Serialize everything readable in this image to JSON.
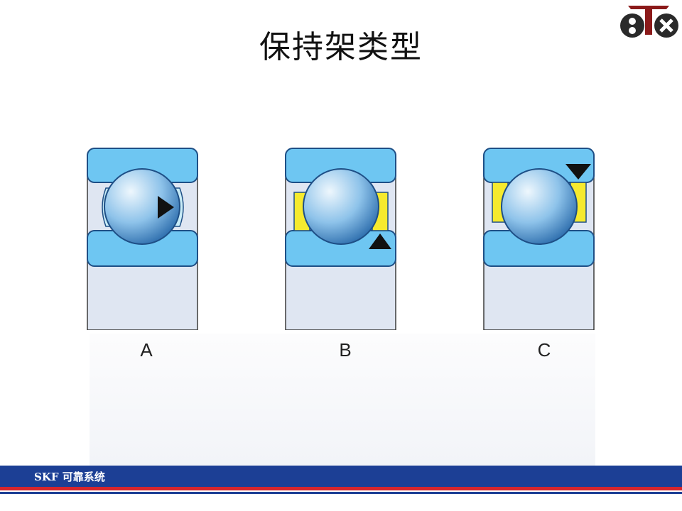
{
  "slide": {
    "title": "保持架类型",
    "footer_text": "SKF 可靠系统"
  },
  "logo": {
    "icon": "company-logo-icon",
    "accent_color": "#8b1a1a",
    "dark_color": "#2a2a2a"
  },
  "colors": {
    "ring": "#6ec6f2",
    "ring_border": "#1e4f86",
    "ball_light": "#eef7fd",
    "ball_dark": "#2f6fae",
    "cage_yellow": "#f6ea2e",
    "background_fill": "#dfe6f2",
    "footer_blue": "#1c3f95",
    "footer_red": "#d6252b"
  },
  "diagrams": [
    {
      "label": "A",
      "cage": "ball-guided",
      "marker": "right"
    },
    {
      "label": "B",
      "cage": "inner-ring-guided",
      "marker": "up"
    },
    {
      "label": "C",
      "cage": "outer-ring-guided",
      "marker": "down"
    }
  ]
}
